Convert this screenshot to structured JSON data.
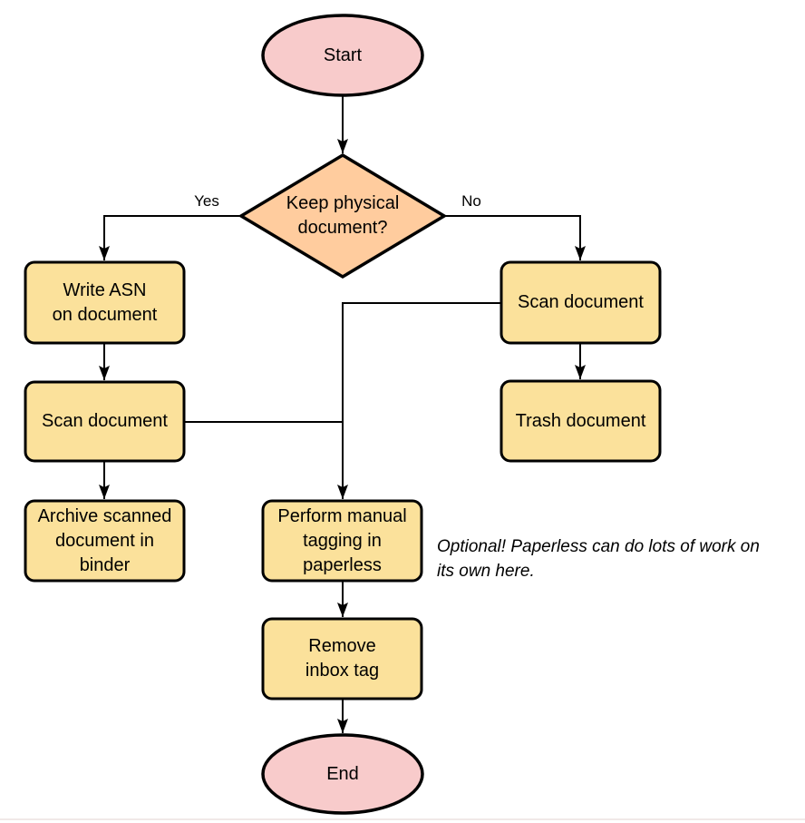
{
  "colors": {
    "canvas_background": "#FFFFFF",
    "terminator_fill": "#F8CBCB",
    "decision_fill": "#FFCC9E",
    "process_fill": "#FBE19B",
    "shape_stroke": "#000000",
    "connector_stroke": "#000000",
    "text": "#000000",
    "bottom_divider": "#F1E9E8"
  },
  "nodes": {
    "start": {
      "label": "Start",
      "shape": "ellipse"
    },
    "decision": {
      "label": "Keep physical\ndocument?",
      "shape": "diamond"
    },
    "write_asn": {
      "label": "Write ASN\non document",
      "shape": "rounded-rect"
    },
    "scan_left": {
      "label": "Scan document",
      "shape": "rounded-rect"
    },
    "archive": {
      "label": "Archive scanned\ndocument in\nbinder",
      "shape": "rounded-rect"
    },
    "scan_right": {
      "label": "Scan document",
      "shape": "rounded-rect"
    },
    "trash": {
      "label": "Trash document",
      "shape": "rounded-rect"
    },
    "tagging": {
      "label": "Perform manual\ntagging in\npaperless",
      "shape": "rounded-rect"
    },
    "remove_tag": {
      "label": "Remove\ninbox tag",
      "shape": "rounded-rect"
    },
    "end": {
      "label": "End",
      "shape": "ellipse"
    }
  },
  "edge_labels": {
    "yes": "Yes",
    "no": "No"
  },
  "annotation": {
    "text": "Optional! Paperless can do lots of work on\nits own here."
  }
}
